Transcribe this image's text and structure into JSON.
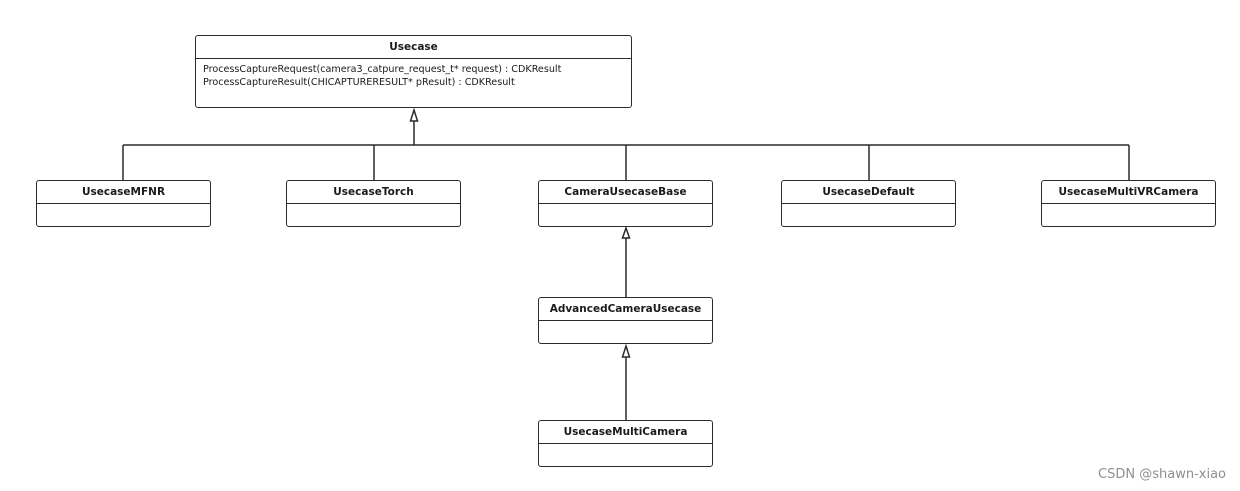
{
  "classes": {
    "usecase": {
      "name": "Usecase",
      "methods": [
        "ProcessCaptureRequest(camera3_catpure_request_t* request) : CDKResult",
        "ProcessCaptureResult(CHICAPTURERESULT* pResult) : CDKResult"
      ]
    },
    "usecase_mfnr": {
      "name": "UsecaseMFNR"
    },
    "usecase_torch": {
      "name": "UsecaseTorch"
    },
    "camera_usecase_base": {
      "name": "CameraUsecaseBase"
    },
    "usecase_default": {
      "name": "UsecaseDefault"
    },
    "usecase_multivr_camera": {
      "name": "UsecaseMultiVRCamera"
    },
    "advanced_camera_usecase": {
      "name": "AdvancedCameraUsecase"
    },
    "usecase_multi_camera": {
      "name": "UsecaseMultiCamera"
    }
  },
  "watermark": "CSDN @shawn-xiao"
}
